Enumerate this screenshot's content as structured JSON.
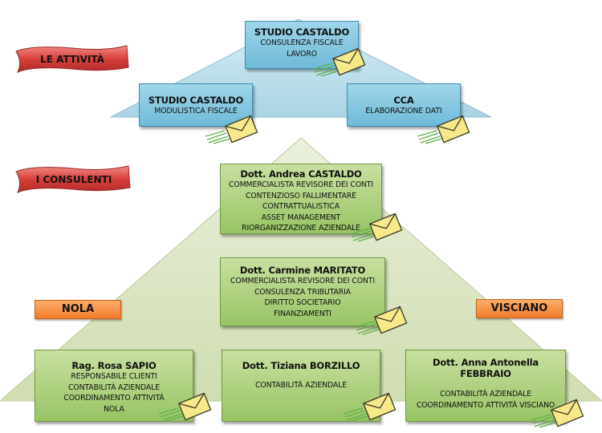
{
  "sections": {
    "activities_label": "LE ATTIVITÀ",
    "consultants_label": "I CONSULENTI"
  },
  "locations": {
    "left": "NOLA",
    "right": "VISCIANO"
  },
  "activities": [
    {
      "title": "STUDIO CASTALDO",
      "lines": [
        "CONSULENZA FISCALE",
        "LAVORO"
      ],
      "icon": "mail-envelope-icon"
    },
    {
      "title": "STUDIO CASTALDO",
      "lines": [
        "MODULISTICA FISCALE"
      ],
      "icon": "mail-envelope-icon"
    },
    {
      "title": "CCA",
      "lines": [
        "ELABORAZIONE DATI"
      ],
      "icon": "mail-envelope-icon"
    }
  ],
  "consultants": [
    {
      "name": "Dott. Andrea CASTALDO",
      "lines": [
        "COMMERCIALISTA REVISORE DEI CONTI",
        "CONTENZIOSO FALLIMENTARE",
        "CONTRATTUALISTICA",
        "ASSET MANAGEMENT",
        "RIORGANIZZAZIONE AZIENDALE"
      ],
      "icon": "mail-envelope-icon"
    },
    {
      "name": "Dott. Carmine MARITATO",
      "lines": [
        "COMMERCIALISTA REVISORE DEI CONTI",
        "CONSULENZA TRIBUTARIA",
        "DIRITTO SOCIETARIO",
        "FINANZIAMENTI"
      ],
      "icon": "mail-envelope-icon"
    },
    {
      "name": "Rag. Rosa SAPIO",
      "lines": [
        "RESPONSABILE CLIENTI",
        "CONTABILITÀ AZIENDALE",
        "COORDINAMENTO ATTIVITÀ",
        "NOLA"
      ],
      "icon": "mail-envelope-icon"
    },
    {
      "name": "Dott. Tiziana BORZILLO",
      "lines": [
        "CONTABILITÀ AZIENDALE"
      ],
      "icon": "mail-envelope-icon"
    },
    {
      "name": "Dott. Anna Antonella FEBBRAIO",
      "lines": [
        "CONTABILITÀ AZIENDALE",
        "COORDINAMENTO ATTIVITÀ VISCIANO"
      ],
      "icon": "mail-envelope-icon"
    }
  ],
  "colors": {
    "activity_pyramid": "#c6e3ef",
    "consultant_pyramid": "#dde8c8",
    "activity_box": "#8ccbe3",
    "consultant_box": "#b3d48a",
    "section_ribbon": "#d8403c",
    "location_label": "#f5923e",
    "envelope": "#f3e37a"
  }
}
